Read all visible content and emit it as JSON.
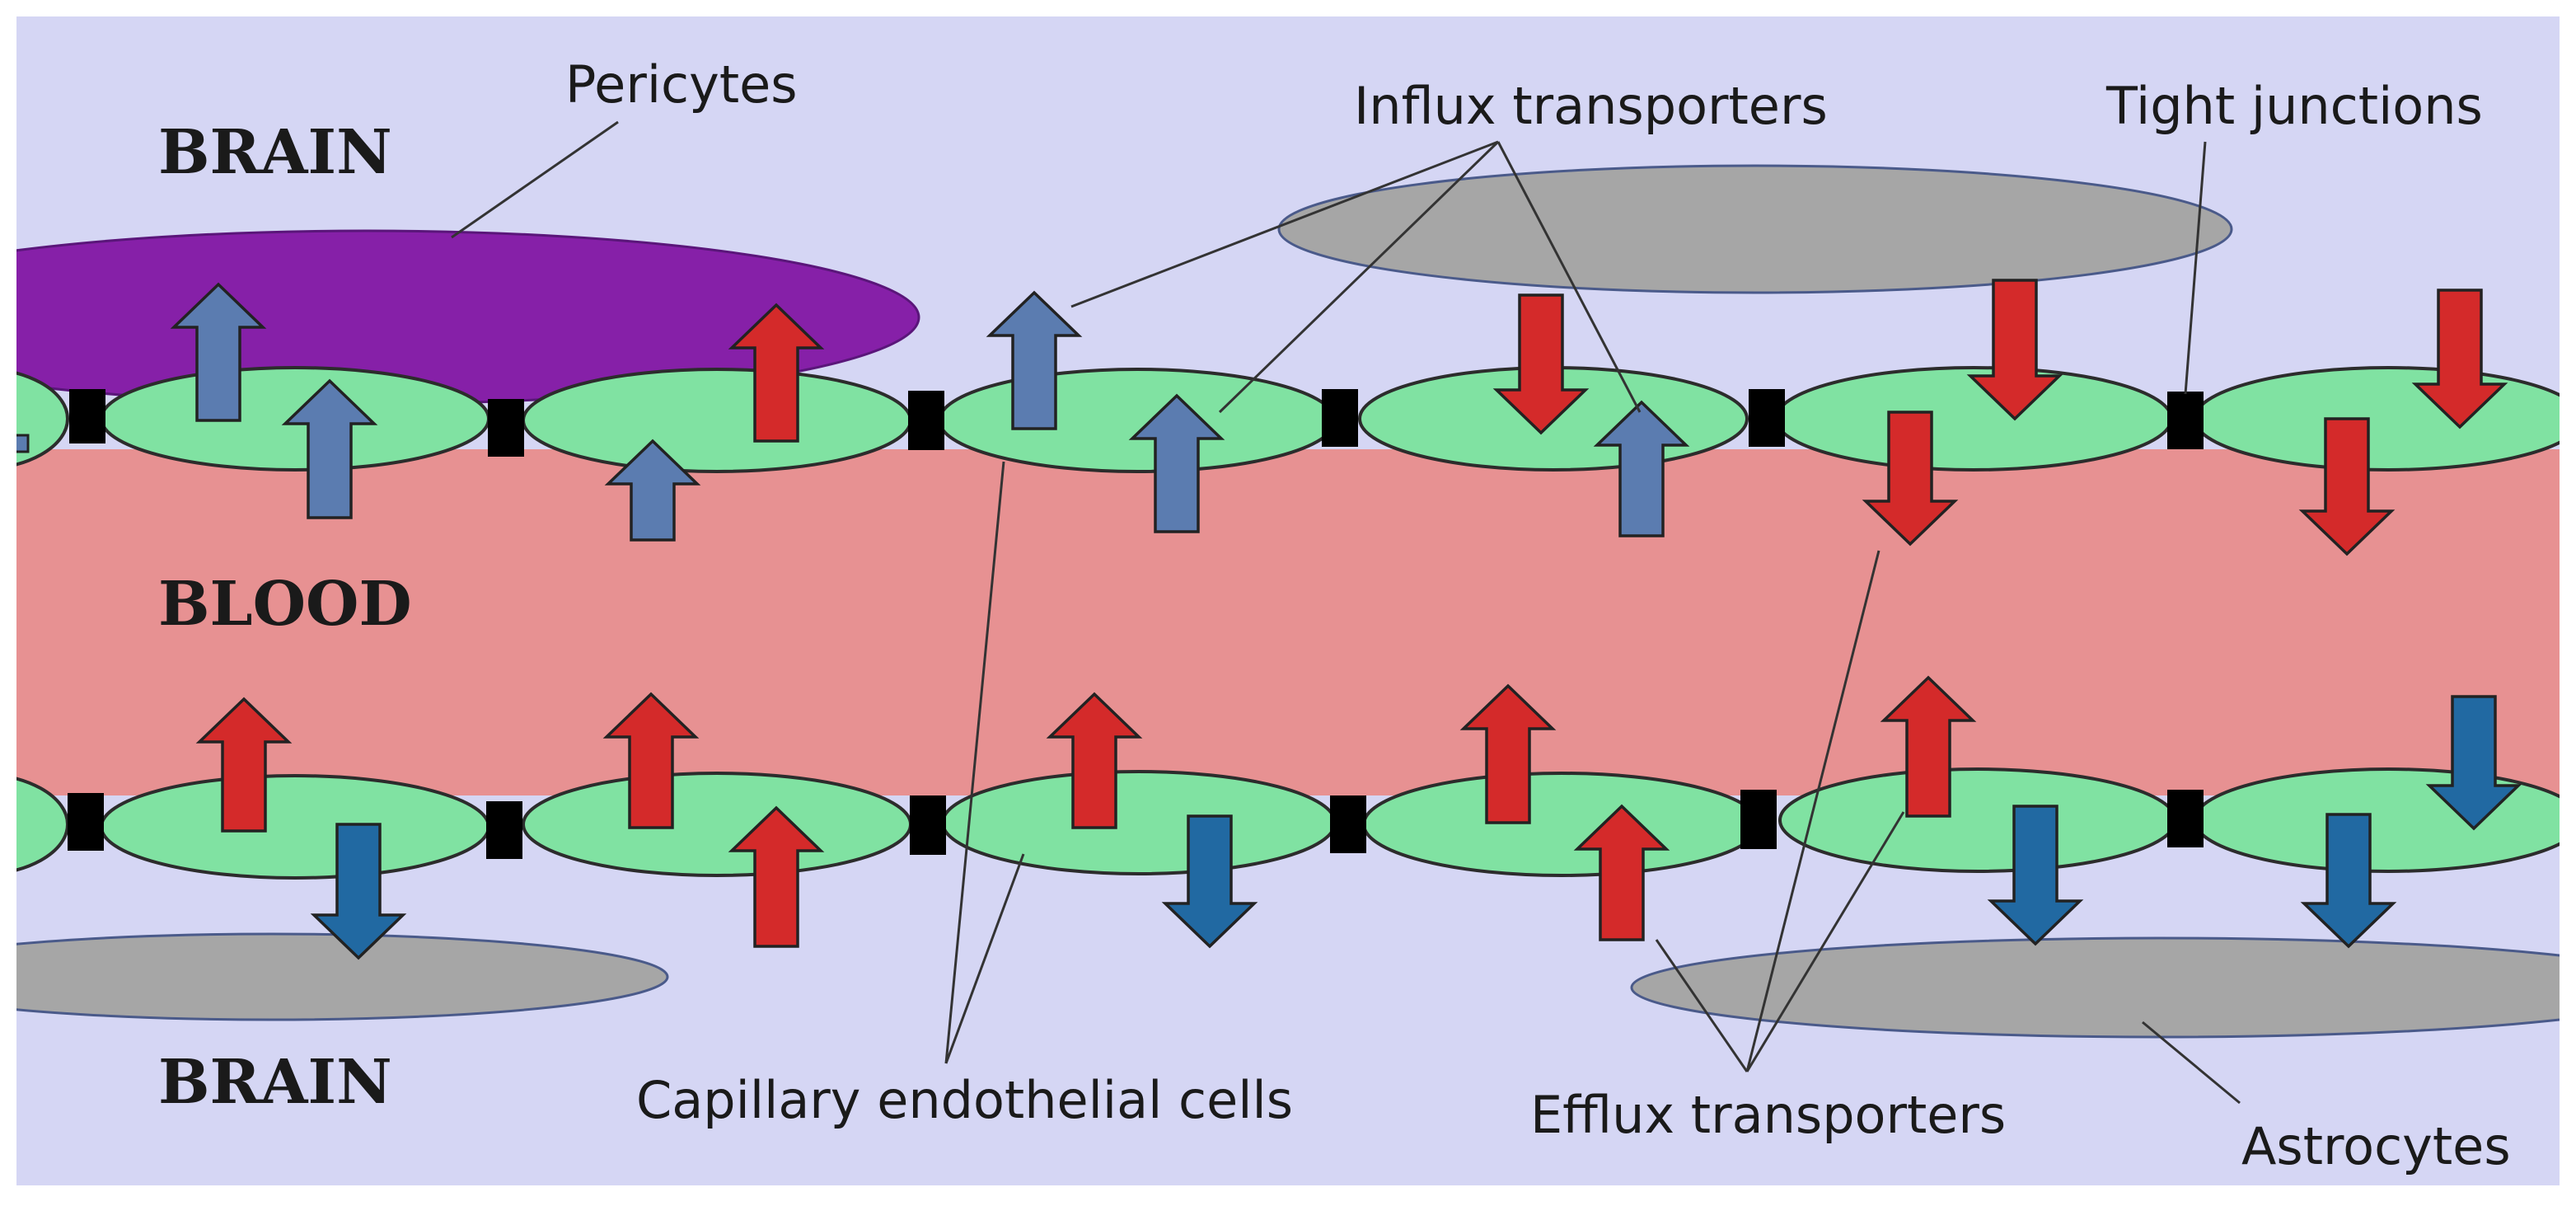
{
  "regions": {
    "brain_top": "BRAIN",
    "blood": "BLOOD",
    "brain_bottom": "BRAIN"
  },
  "labels": {
    "pericytes": "Pericytes",
    "influx": "Influx transporters",
    "tight_junctions": "Tight junctions",
    "capillary": "Capillary endothelial cells",
    "efflux": "Efflux transporters",
    "astrocytes": "Astrocytes"
  },
  "colors": {
    "brain_bg": "#d5d6f4",
    "blood": "#e79192",
    "endothelial": "#80e2a2",
    "pericyte": "#8620a8",
    "astrocyte": "#a6a6a6",
    "influx_arrow": "#5b7cb0",
    "efflux_to_blood_arrow": "#d42a2a",
    "efflux_to_brain_arrow": "#2169a2",
    "tight_junction": "#000000"
  }
}
